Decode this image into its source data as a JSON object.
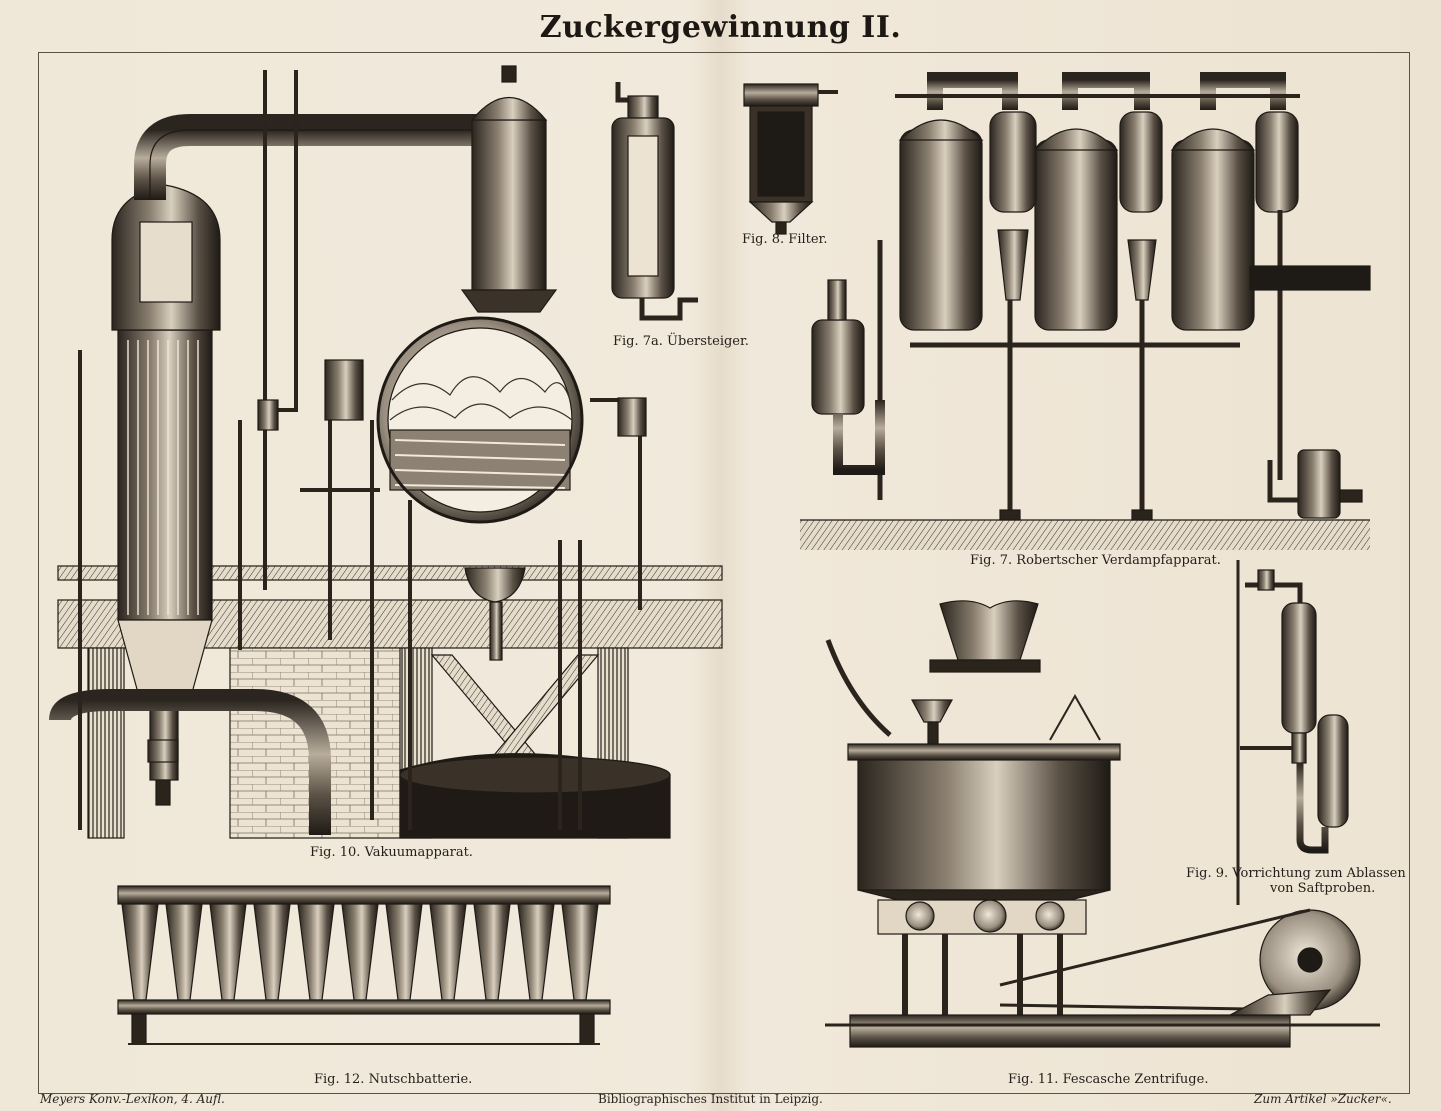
{
  "plate": {
    "title": "Zuckergewinnung II.",
    "figures": {
      "fig7a": "Fig. 7a. Übersteiger.",
      "fig8": "Fig. 8. Filter.",
      "fig7": "Fig. 7. Robertscher Verdampfapparat.",
      "fig10": "Fig. 10. Vakuumapparat.",
      "fig9_line1": "Fig. 9. Vorrichtung zum Ablassen",
      "fig9_line2": "von Saftproben.",
      "fig12": "Fig. 12. Nutschbatterie.",
      "fig11": "Fig. 11. Fescasche Zentrifuge."
    },
    "footer": {
      "left": "Meyers Konv.-Lexikon, 4. Aufl.",
      "center": "Bibliographisches Institut in Leipzig.",
      "right": "Zum Artikel »Zucker«."
    }
  }
}
